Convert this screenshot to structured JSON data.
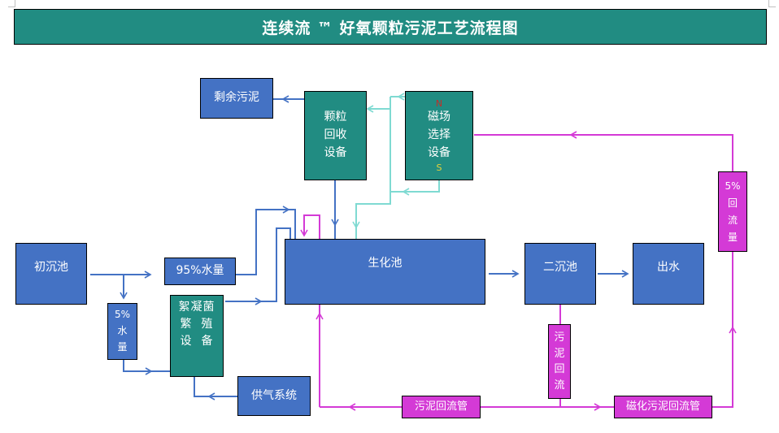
{
  "title": "连续流 ™ 好氧颗粒污泥工艺流程图",
  "colors": {
    "title_bg": "#218c82",
    "process_box": "#4472c4",
    "equipment_box": "#218c82",
    "sludge_return": "#d43ad6",
    "magnetic_line": "#7fdad2",
    "flow_line": "#4472c4",
    "pole_n": "#c0302a",
    "pole_s": "#e6d23a"
  },
  "nodes": {
    "primary_clarifier": "初沉池",
    "flow_95": "95%水量",
    "flow_5": [
      "5%",
      "水",
      "量"
    ],
    "flocculant_device": [
      "絮凝菌",
      "繁  殖",
      "设  备"
    ],
    "air_supply": "供气系统",
    "bioreactor": "生化池",
    "secondary_clarifier": "二沉池",
    "effluent": "出水",
    "excess_sludge": "剩余污泥",
    "granule_recovery": [
      "颗粒",
      "回收",
      "设备"
    ],
    "magnetic_selector": [
      "磁场",
      "选择",
      "设备"
    ],
    "pole_n": "N",
    "pole_s": "S",
    "return_5": [
      "5%",
      "回",
      "流",
      "量"
    ],
    "sludge_return_vertical": [
      "污",
      "泥",
      "回",
      "流"
    ],
    "sludge_return_pipe": "污泥回流管",
    "magnetic_sludge_return_pipe": "磁化污泥回流管"
  }
}
